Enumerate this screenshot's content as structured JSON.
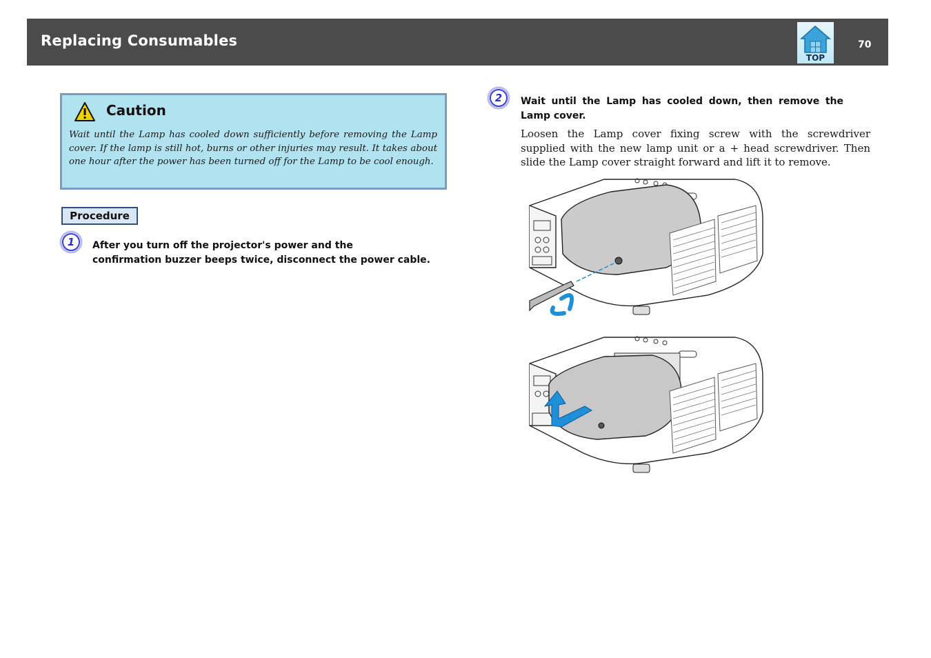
{
  "header": {
    "title": "Replacing Consumables",
    "page_number": "70",
    "top_button_label": "TOP"
  },
  "caution": {
    "title": "Caution",
    "text": "Wait until the Lamp has cooled down sufficiently before removing the Lamp cover. If the lamp is still hot, burns or other injuries may result. It takes about one hour after the power has been turned off for the Lamp to be cool enough."
  },
  "procedure": {
    "label": "Procedure"
  },
  "steps": [
    {
      "number": "1",
      "line1": "After you turn off the projector's power and the",
      "line2": "confirmation buzzer beeps twice, disconnect the power cable."
    },
    {
      "number": "2",
      "heading": "Wait until the Lamp has cooled down, then remove the Lamp cover.",
      "body": "Loosen the Lamp cover fixing screw with the screwdriver supplied with the new lamp unit or a + head screwdriver. Then slide the Lamp cover straight forward and lift it to remove."
    }
  ],
  "colors": {
    "header_bg": "#4b4b4b",
    "caution_bg": "#b0e2f0",
    "caution_border": "#7a9cbc",
    "procedure_bg": "#d9e6f4",
    "step_icon": "#3a3fd8",
    "arrow_blue": "#1e8fd8"
  },
  "icons": {
    "top_button": "home-top-icon",
    "caution": "warning-triangle-icon",
    "step_markers": "step-number-icon"
  }
}
